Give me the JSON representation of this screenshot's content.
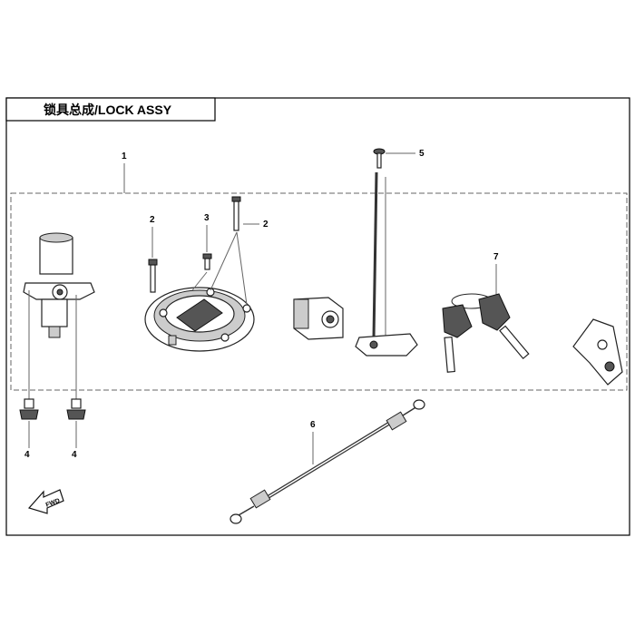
{
  "title": "锁具总成/LOCK ASSY",
  "callouts": {
    "assy": "1",
    "bolt_left": "2",
    "screw": "3",
    "bolt_right": "2",
    "bolt_top": "5",
    "cable": "6",
    "keys": "7",
    "nut_left": "4",
    "nut_right": "4"
  },
  "fwd_label": "FWD"
}
